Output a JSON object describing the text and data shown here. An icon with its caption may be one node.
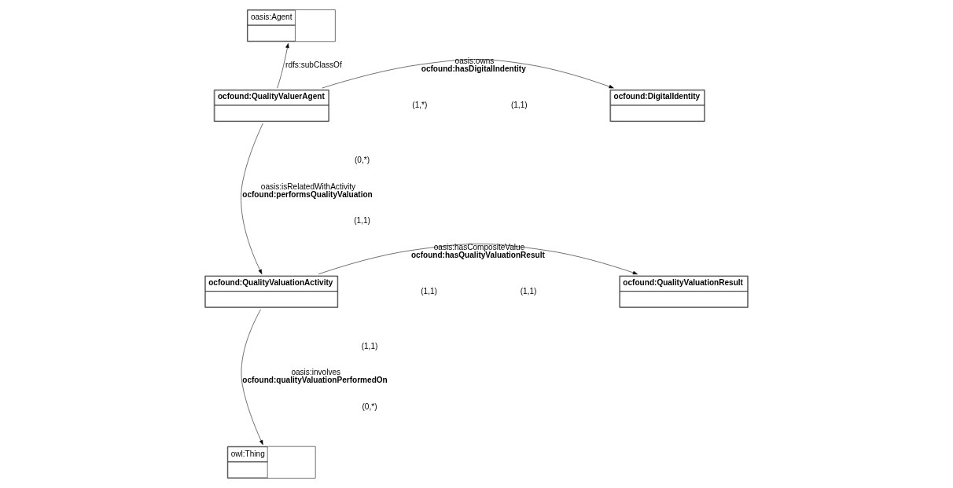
{
  "diagram": {
    "nodes": [
      {
        "text": [
          "oasis:Agent"
        ]
      },
      {
        "text": [
          "ocfound:QualityValuerAgent"
        ]
      },
      {
        "text": [
          "ocfound:DigitalIdentity"
        ]
      },
      {
        "text": [
          "ocfound:QualityValuationActivity"
        ]
      },
      {
        "text": [
          "ocfound:QualityValuationResult"
        ]
      },
      {
        "text": [
          "owl:Thing"
        ]
      }
    ],
    "edges": [
      {
        "from": 1,
        "to": 0,
        "arrow": "to",
        "label": "rdfs:subClassOf"
      },
      {
        "from": 1,
        "to": 2,
        "arrow": "to",
        "label": "oasis:owns ocfound:hasDigitalIndentity"
      },
      {
        "from": 1,
        "to": 3,
        "arrow": "to",
        "label": "oasis:isRelatedWithActivity ocfound:performsQualityValuation"
      },
      {
        "from": 3,
        "to": 4,
        "arrow": "to",
        "label": "oasis:hasCompositeValue ocfound:hasQualityValuationResult"
      },
      {
        "from": 3,
        "to": 5,
        "arrow": "to",
        "label": "oasis:involves ocfound:qualityValuationPerformedOn"
      }
    ],
    "labels": [
      "(1,*)",
      "(1,1)",
      "(0,*)",
      "(1,1)",
      "(1,1)",
      "(1,1)",
      "(1,1)",
      "(0,*)"
    ]
  }
}
